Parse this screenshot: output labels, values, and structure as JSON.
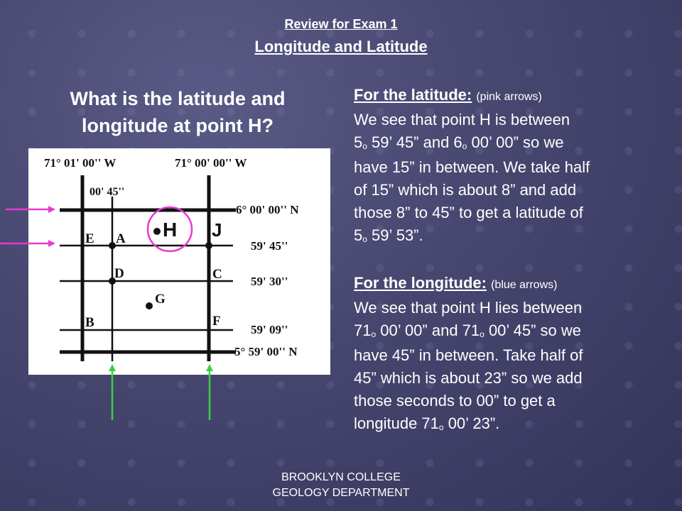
{
  "slide": {
    "title": "Review for Exam 1",
    "subtitle": "Longitude and Latitude",
    "question": "What is the latitude and longitude at point H?"
  },
  "map": {
    "lon_labels": {
      "west": "71° 01'  00'' W",
      "east": "71° 00' 00'' W",
      "mid": "00' 45''"
    },
    "lat_labels": {
      "top": "6° 00' 00'' N",
      "l2": "59' 45''",
      "l3": "59' 30''",
      "l4": "59' 09''",
      "bottom": "5° 59' 00'' N"
    },
    "points": {
      "E": "E",
      "A": "A",
      "H": "H",
      "J": "J",
      "D": "D",
      "C": "C",
      "G": "G",
      "B": "B",
      "F": "F"
    },
    "colors": {
      "pink_arrow": "#e63ad2",
      "green_arrow": "#3ccf3c",
      "circle": "#e63ad2"
    }
  },
  "latitude_section": {
    "heading": "For the latitude:",
    "note": "(pink arrows)",
    "t1": "We see that point H is between",
    "t2a": "5",
    "t2b": " 59’ 45” and 6",
    "t2c": " 00’ 00” so we",
    "t3": "have 15” in between. We take half",
    "t4": "of 15” which is about 8” and add",
    "t5": "those 8” to 45” to get a latitude of",
    "t6a": "5",
    "t6b": " 59’ 53”.",
    "deg": "o"
  },
  "longitude_section": {
    "heading": "For the longitude:",
    "note": "(blue arrows)",
    "t1": "We see that point H lies between",
    "t2a": "71",
    "t2b": " 00’ 00” and 71",
    "t2c": " 00’ 45” so we",
    "t3": "have 45” in between. Take half of",
    "t4": "45” which is about 23” so we add",
    "t5": "those seconds to 00” to get a",
    "t6a": "longitude 71",
    "t6b": " 00’ 23”.",
    "deg": "o"
  },
  "footer": {
    "line1": "BROOKLYN COLLEGE",
    "line2": "GEOLOGY DEPARTMENT"
  }
}
